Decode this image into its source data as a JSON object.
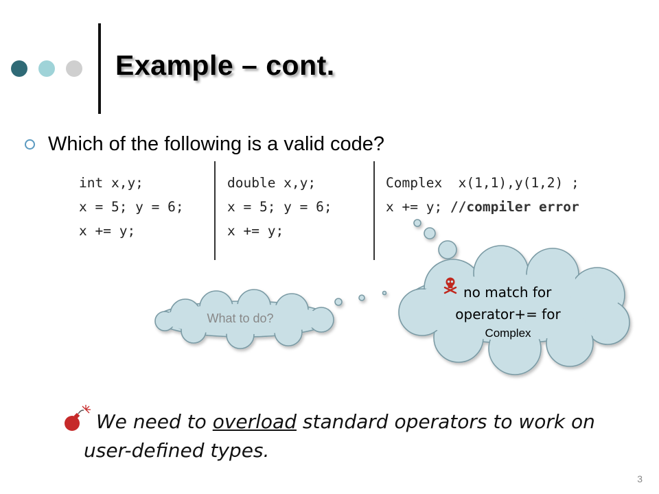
{
  "slide": {
    "title": "Example – cont.",
    "page_number": "3"
  },
  "colors": {
    "dot_dark": "#2f6a76",
    "dot_teal": "#9fd3d8",
    "dot_gray": "#cfcfcf",
    "cloud_fill": "#c9dfe5",
    "cloud_stroke": "#7a9aa4",
    "bullet_accent": "#5b9ac0",
    "skull_red": "#c0281e",
    "bomb_red": "#c62a2a"
  },
  "question": {
    "bullet_icon": "ring-bullet",
    "text": "Which of the following is a valid code?"
  },
  "code": {
    "col1": [
      "int x,y;",
      "x = 5; y = 6;",
      "x += y;"
    ],
    "col2": [
      "double x,y;",
      "x = 5; y = 6;",
      "x += y;"
    ],
    "col3_line1": "Complex  x(1,1),y(1,2) ;",
    "col3_line2_code": "x += y; ",
    "col3_line2_comment": "//compiler error"
  },
  "clouds": {
    "error": {
      "icon": "skull-crossbones-icon",
      "line1": "no match for",
      "line2": "operator+= for",
      "line3": "Complex"
    },
    "question": {
      "text": "What to do?"
    }
  },
  "conclusion": {
    "icon": "bomb-icon",
    "before": "We need to ",
    "underlined": "overload",
    "after": " standard operators to work on user-defined types."
  }
}
